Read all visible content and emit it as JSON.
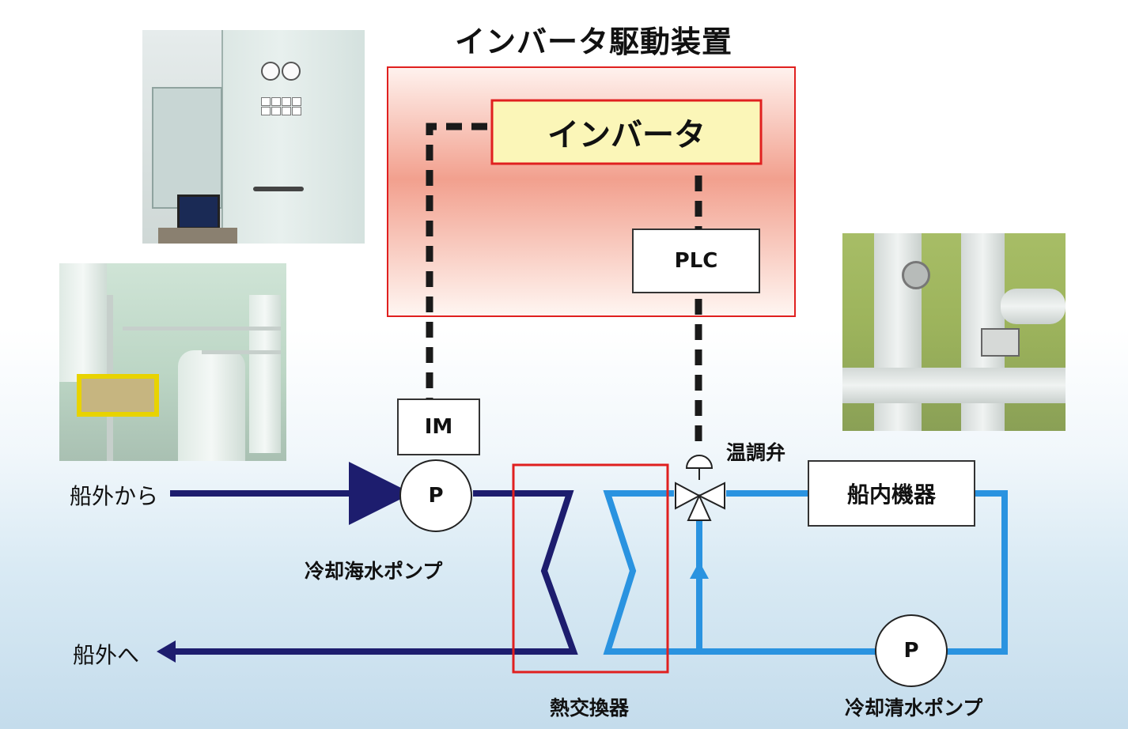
{
  "title": "インバータ駆動装置",
  "inverter_label": "インバータ",
  "plc_label": "PLC",
  "motor_label": "IM",
  "seawater_pump": {
    "symbol": "P",
    "label": "冷却海水ポンプ"
  },
  "freshwater_pump": {
    "symbol": "P",
    "label": "冷却清水ポンプ"
  },
  "valve_label": "温調弁",
  "equipment_label": "船内機器",
  "inlet_label": "船外から",
  "outlet_label": "船外へ",
  "heat_exchanger_label": "熱交換器",
  "colors": {
    "frame_red": "#e0201f",
    "seawater_line": "#1d1d6e",
    "freshwater_line": "#2a93e0",
    "inverter_fill": "#fbf6b8"
  }
}
